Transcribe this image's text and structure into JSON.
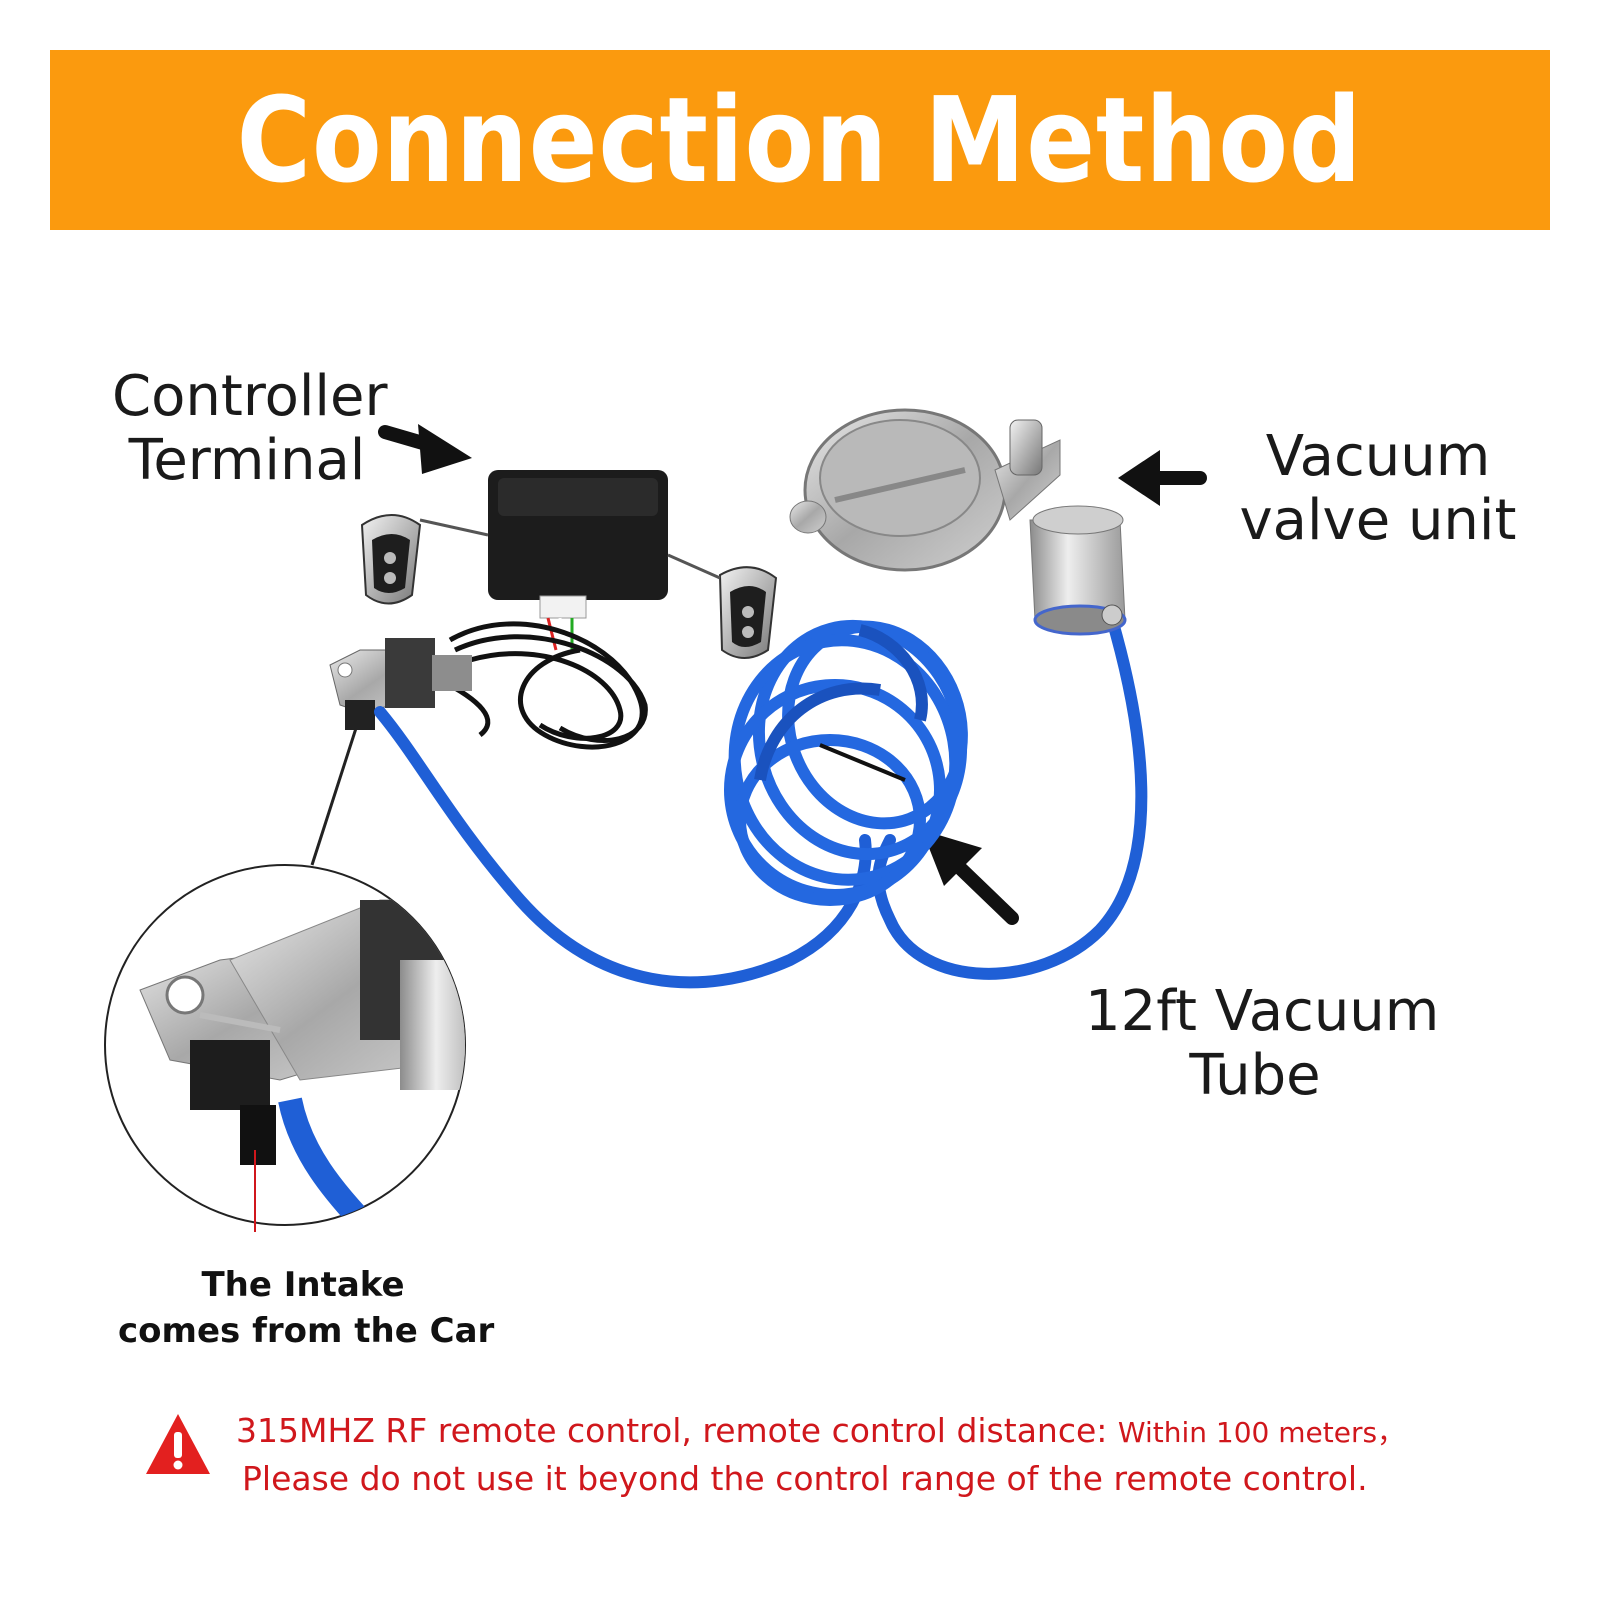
{
  "header": {
    "title": "Connection Method"
  },
  "labels": {
    "controller_line1": "Controller",
    "controller_line2": "Terminal",
    "vacuum_valve_line1": "Vacuum",
    "vacuum_valve_line2": "valve unit",
    "tube_line1": "12ft Vacuum",
    "tube_line2": "Tube",
    "intake_line1": "The Intake",
    "intake_line2": "comes from the Car"
  },
  "warning": {
    "line1_main": "315MHZ RF remote control, remote control distance: ",
    "line1_small": "Within 100 meters，",
    "line2": "Please do not use it beyond the control range of the remote control."
  },
  "colors": {
    "banner": "#fb9a0e",
    "tube": "#1f5fd6",
    "warning_text": "#d0171c"
  }
}
